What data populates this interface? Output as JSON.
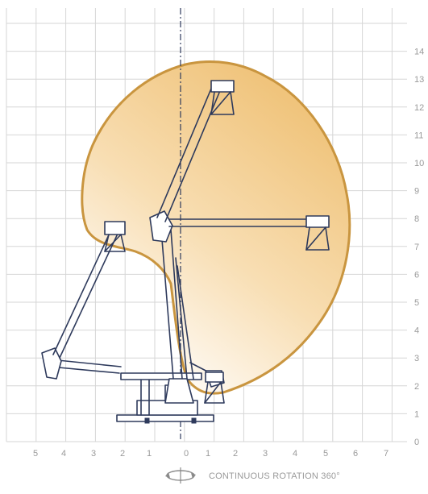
{
  "x_axis": {
    "ticks": [
      "5",
      "4",
      "3",
      "2",
      "1",
      "0",
      "1",
      "2",
      "3",
      "4",
      "5",
      "6",
      "7"
    ]
  },
  "y_axis": {
    "ticks": [
      "0",
      "1",
      "2",
      "3",
      "4",
      "5",
      "6",
      "7",
      "8",
      "9",
      "10",
      "11",
      "12",
      "13",
      "14"
    ]
  },
  "caption": {
    "text": "CONTINUOUS ROTATION 360°",
    "icon": "rotation-arrows-icon"
  },
  "colors": {
    "envelope_outline": "#c9953f",
    "envelope_fill_light": "#fdf6ec",
    "envelope_fill_dark": "#f0c47c",
    "machine_stroke": "#2e3a5c",
    "grid": "#d6d6d6",
    "text": "#9a9a9a"
  }
}
